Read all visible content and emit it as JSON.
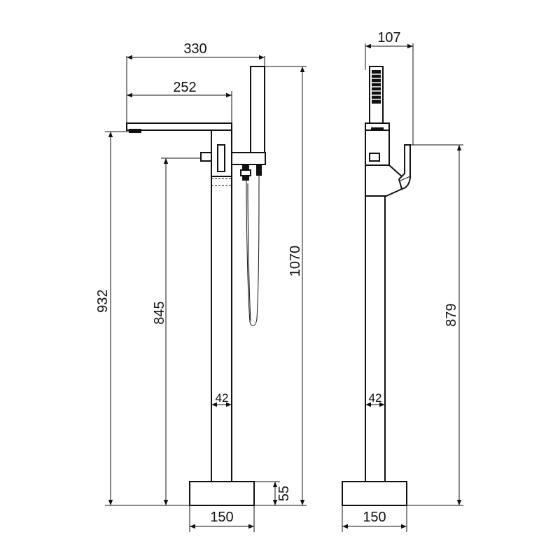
{
  "front_view": {
    "spout_projection": "330",
    "spout_reach": "252",
    "spout_height": "932",
    "handle_height": "845",
    "total_height": "1070",
    "pipe_diameter": "42",
    "base_height": "55",
    "base_width": "150"
  },
  "side_view": {
    "depth": "107",
    "handle_height": "879",
    "pipe_diameter": "42",
    "base_width": "150"
  }
}
